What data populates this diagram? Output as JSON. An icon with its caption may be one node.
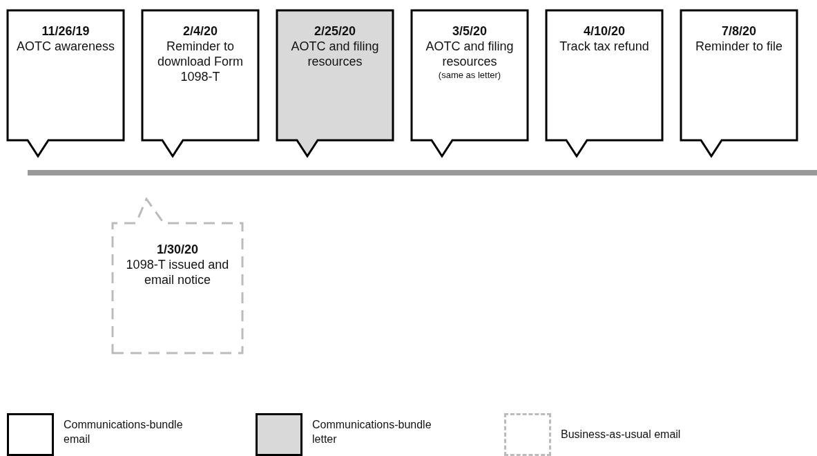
{
  "diagram": {
    "nodes": [
      {
        "text": [
          "11/26/19",
          "AOTC awareness"
        ]
      },
      {
        "text": [
          "2/4/20",
          "Reminder to download Form 1098-T"
        ]
      },
      {
        "text": [
          "2/25/20",
          "AOTC and filing resources"
        ]
      },
      {
        "text": [
          "3/5/20",
          "AOTC and filing resources",
          "(same as letter)"
        ]
      },
      {
        "text": [
          "4/10/20",
          "Track tax refund"
        ]
      },
      {
        "text": [
          "7/8/20",
          "Reminder to file"
        ]
      },
      {
        "text": [
          "1/30/20",
          "1098-T issued and email notice"
        ]
      }
    ],
    "legend": [
      {
        "text": "Communications-bundle email",
        "color": "#ffffff"
      },
      {
        "text": "Communications-bundle letter",
        "color": "#d9d9d9"
      },
      {
        "text": "Business-as-usual email"
      }
    ]
  }
}
